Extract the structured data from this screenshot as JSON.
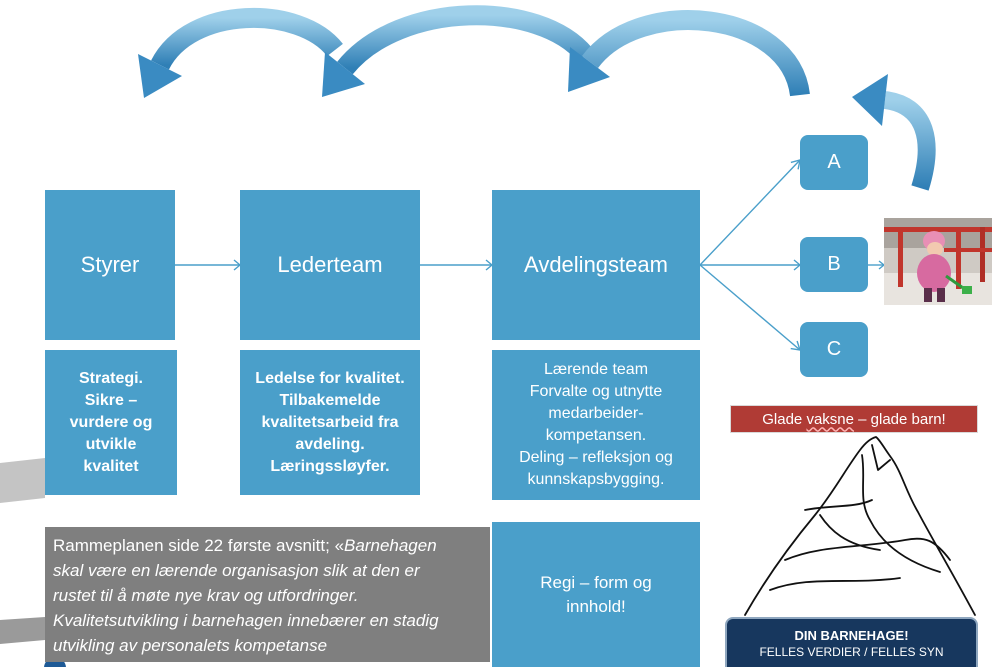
{
  "colors": {
    "box_blue": "#4a9fca",
    "quote_gray": "#7f7f7f",
    "slogan_red": "#b03b35",
    "navy": "#17375e",
    "arrow_blue": "#3f8fc4"
  },
  "boxes": {
    "styrer": "Styrer",
    "lederteam": "Lederteam",
    "avdelingsteam": "Avdelingsteam"
  },
  "groups": {
    "a": "A",
    "b": "B",
    "c": "C"
  },
  "descriptions": {
    "styrer": [
      "Strategi.",
      "Sikre –",
      "vurdere og",
      "utvikle",
      "kvalitet"
    ],
    "lederteam": [
      "Ledelse for kvalitet.",
      "Tilbakemelde",
      "kvalitetsarbeid fra",
      "avdeling.",
      "Læringssløyfer."
    ],
    "avdelingsteam": [
      "Lærende team",
      "Forvalte og utnytte",
      "medarbeider-",
      "kompetansen.",
      "Deling – refleksjon og",
      "kunnskapsbygging."
    ]
  },
  "quote": {
    "intro": "Rammeplanen side 22 første avsnitt; «",
    "line1_italic": "Barnehagen",
    "lines": [
      "skal være en lærende organisasjon slik at den er",
      "rustet til å møte nye krav og utfordringer.",
      "Kvalitetsutvikling i barnehagen innebærer en stadig",
      "utvikling av personalets kompetanse"
    ]
  },
  "regi": [
    "Regi – form og",
    "innhold!"
  ],
  "slogan": {
    "before": "Glade",
    "flagged": "vaksne",
    "after": "– glade barn!"
  },
  "din_barnehage": {
    "title": "DIN BARNEHAGE!",
    "subtitle": "FELLES VERDIER / FELLES SYN"
  }
}
